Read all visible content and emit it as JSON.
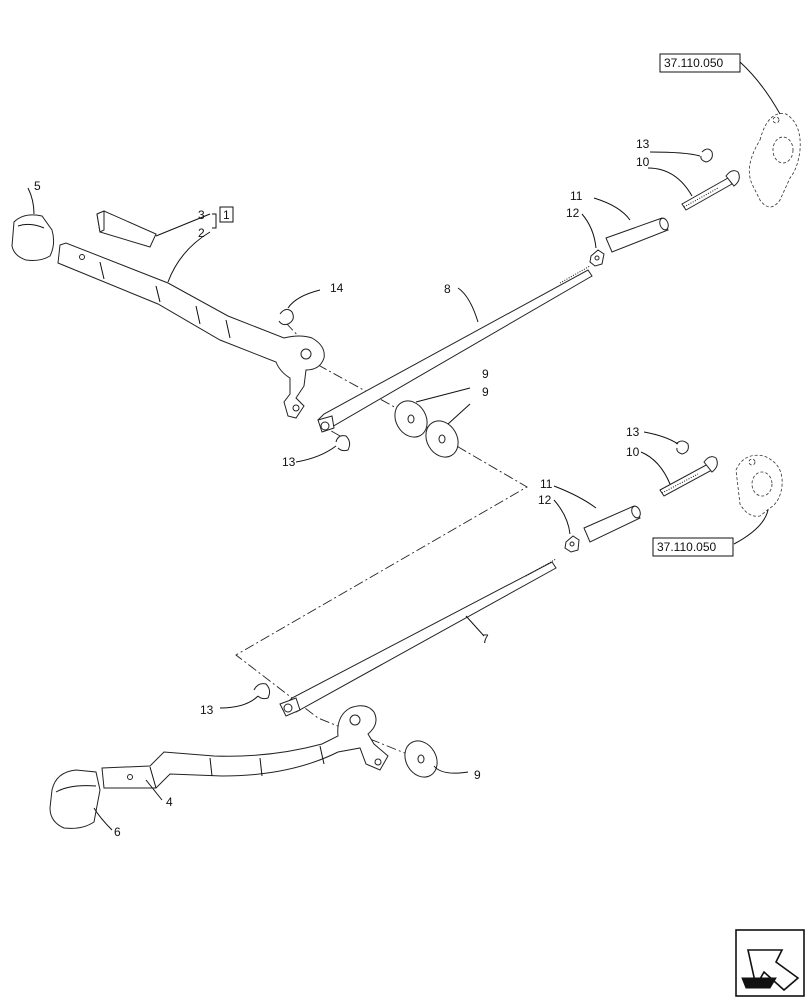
{
  "callouts": {
    "n1": "1",
    "n2": "2",
    "n3": "3",
    "n4": "4",
    "n5": "5",
    "n6": "6",
    "n7": "7",
    "n8": "8",
    "n9a": "9",
    "n9b": "9",
    "n9c": "9",
    "n10a": "10",
    "n10b": "10",
    "n11a": "11",
    "n11b": "11",
    "n12a": "12",
    "n12b": "12",
    "n13a": "13",
    "n13b": "13",
    "n13c": "13",
    "n13d": "13",
    "n14": "14"
  },
  "references": {
    "top": "37.110.050",
    "bottom": "37.110.050"
  },
  "nav_icon": "next-page-arrow-icon"
}
